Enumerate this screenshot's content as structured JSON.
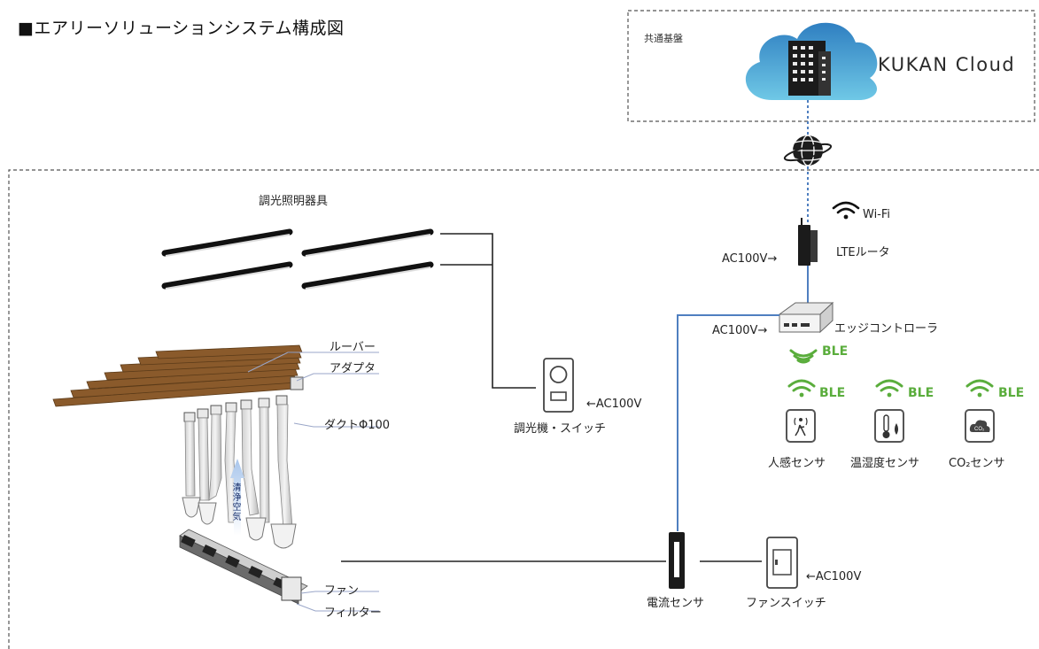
{
  "title": "■エアリーソリューションシステム構成図",
  "cloud": {
    "section_label": "共通基盤",
    "name": "KUKAN Cloud"
  },
  "network": {
    "wifi_label": "Wi-Fi",
    "router_label": "LTEルータ",
    "router_power": "AC100V→",
    "edge_label": "エッジコントローラ",
    "edge_power": "AC100V→",
    "edge_ble": "BLE"
  },
  "lighting": {
    "label": "調光照明器具",
    "switch_label": "調光機・スイッチ",
    "switch_power": "←AC100V"
  },
  "sensors": [
    {
      "label": "人感センサ",
      "ble": "BLE",
      "icon": "motion-sensor-icon"
    },
    {
      "label": "温湿度センサ",
      "ble": "BLE",
      "icon": "temperature-humidity-icon"
    },
    {
      "label": "CO₂センサ",
      "ble": "BLE",
      "icon": "co2-icon"
    }
  ],
  "airy": {
    "louver": "ルーバー",
    "adapter": "アダプタ",
    "duct": "ダクトΦ100",
    "airflow": "清浄空気",
    "fan": "ファン",
    "filter": "フィルター"
  },
  "power": {
    "current_sensor": "電流センサ",
    "fan_switch": "ファンスイッチ",
    "fan_switch_power": "←AC100V"
  },
  "colors": {
    "ble_green": "#5aad3c",
    "cable_blue": "#4f7fc0",
    "cloud_top": "#2f7fc1",
    "cloud_bottom": "#6fc8e6",
    "louver": "#8a5a2b"
  }
}
